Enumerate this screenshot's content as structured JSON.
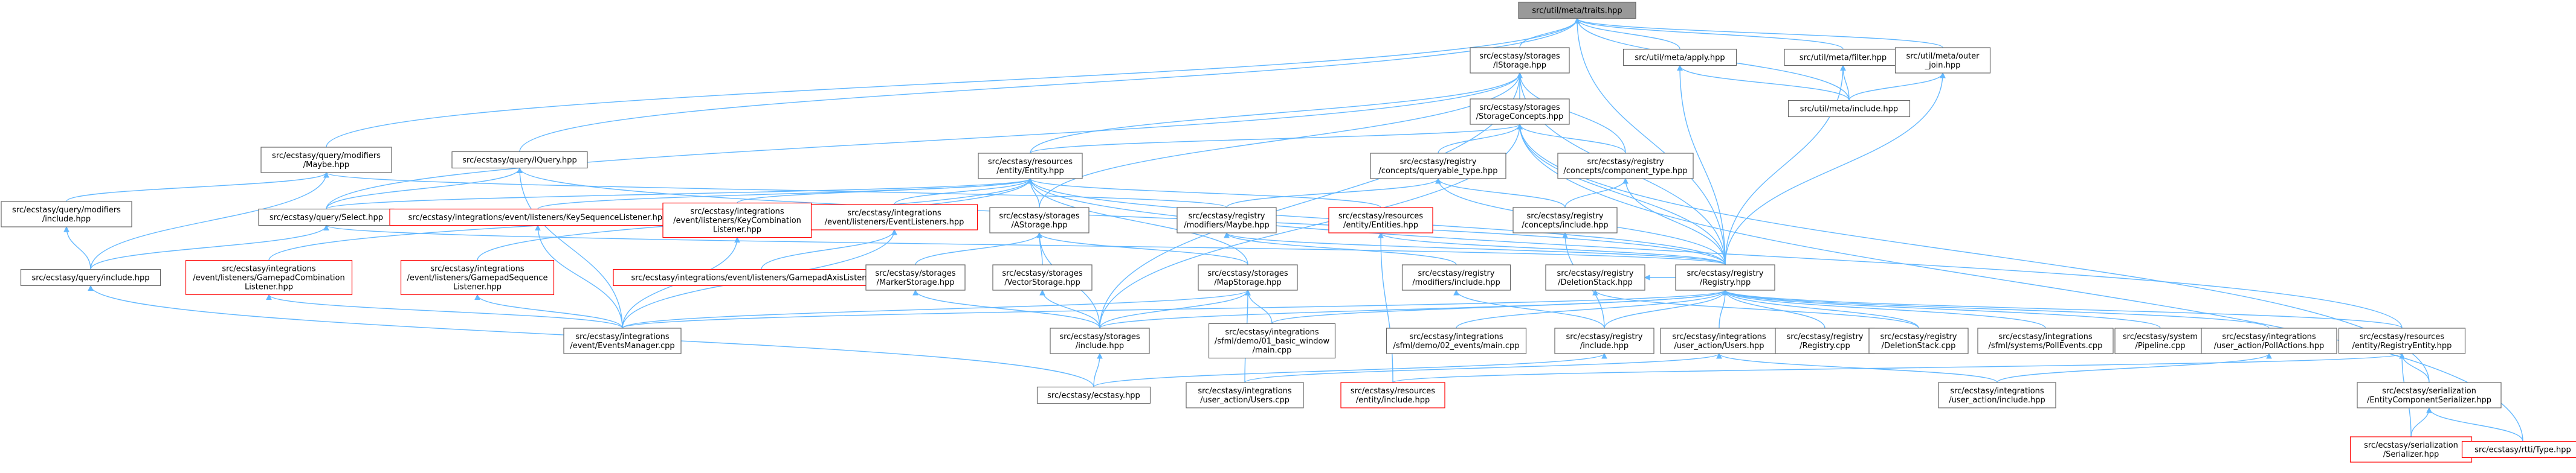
{
  "colors": {
    "edge": "#63b8ff",
    "border": "#666666",
    "highlight_border": "#ff0000",
    "root_fill": "#999999"
  },
  "nodes": [
    {
      "id": "root",
      "lines": [
        "src/util/meta/traits.hpp"
      ],
      "style": "root"
    },
    {
      "id": "storage_IStorage",
      "lines": [
        "src/ecstasy/storages",
        "/IStorage.hpp"
      ]
    },
    {
      "id": "meta_apply",
      "lines": [
        "src/util/meta/apply.hpp"
      ]
    },
    {
      "id": "meta_filter",
      "lines": [
        "src/util/meta/filter.hpp"
      ]
    },
    {
      "id": "meta_outer_join",
      "lines": [
        "src/util/meta/outer",
        "_join.hpp"
      ]
    },
    {
      "id": "query_modifiers_Maybe",
      "lines": [
        "src/ecstasy/query/modifiers",
        "/Maybe.hpp"
      ]
    },
    {
      "id": "query_IQuery",
      "lines": [
        "src/ecstasy/query/IQuery.hpp"
      ]
    },
    {
      "id": "storage_StorageConcepts",
      "lines": [
        "src/ecstasy/storages",
        "/StorageConcepts.hpp"
      ]
    },
    {
      "id": "meta_include",
      "lines": [
        "src/util/meta/include.hpp"
      ]
    },
    {
      "id": "query_modifiers_include",
      "lines": [
        "src/ecstasy/query/modifiers",
        "/include.hpp"
      ]
    },
    {
      "id": "resources_entity_Entity",
      "lines": [
        "src/ecstasy/resources",
        "/entity/Entity.hpp"
      ]
    },
    {
      "id": "concepts_queryable_type",
      "lines": [
        "src/ecstasy/registry",
        "/concepts/queryable_type.hpp"
      ]
    },
    {
      "id": "concepts_component_type",
      "lines": [
        "src/ecstasy/registry",
        "/concepts/component_type.hpp"
      ]
    },
    {
      "id": "query_Select",
      "lines": [
        "src/ecstasy/query/Select.hpp"
      ]
    },
    {
      "id": "int_KeySequenceListener",
      "lines": [
        "src/ecstasy/integrations/event/listeners/KeySequenceListener.hpp"
      ],
      "style": "red"
    },
    {
      "id": "int_KeyCombinationListener",
      "lines": [
        "src/ecstasy/integrations",
        "/event/listeners/KeyCombination",
        "Listener.hpp"
      ],
      "style": "red"
    },
    {
      "id": "int_EventListeners",
      "lines": [
        "src/ecstasy/integrations",
        "/event/listeners/EventListeners.hpp"
      ],
      "style": "red"
    },
    {
      "id": "storage_AStorage",
      "lines": [
        "src/ecstasy/storages",
        "/AStorage.hpp"
      ]
    },
    {
      "id": "registry_modifiers_Maybe",
      "lines": [
        "src/ecstasy/registry",
        "/modifiers/Maybe.hpp"
      ]
    },
    {
      "id": "resources_entity_Entities",
      "lines": [
        "src/ecstasy/resources",
        "/entity/Entities.hpp"
      ],
      "style": "red"
    },
    {
      "id": "concepts_include",
      "lines": [
        "src/ecstasy/registry",
        "/concepts/include.hpp"
      ]
    },
    {
      "id": "query_include",
      "lines": [
        "src/ecstasy/query/include.hpp"
      ]
    },
    {
      "id": "int_GamepadCombinationListener",
      "lines": [
        "src/ecstasy/integrations",
        "/event/listeners/GamepadCombination",
        "Listener.hpp"
      ],
      "style": "red"
    },
    {
      "id": "int_GamepadSequenceListener",
      "lines": [
        "src/ecstasy/integrations",
        "/event/listeners/GamepadSequence",
        "Listener.hpp"
      ],
      "style": "red"
    },
    {
      "id": "int_GamepadAxisListener",
      "lines": [
        "src/ecstasy/integrations/event/listeners/GamepadAxisListener.hpp"
      ],
      "style": "red"
    },
    {
      "id": "storage_MarkerStorage",
      "lines": [
        "src/ecstasy/storages",
        "/MarkerStorage.hpp"
      ]
    },
    {
      "id": "storage_VectorStorage",
      "lines": [
        "src/ecstasy/storages",
        "/VectorStorage.hpp"
      ]
    },
    {
      "id": "storage_MapStorage",
      "lines": [
        "src/ecstasy/storages",
        "/MapStorage.hpp"
      ]
    },
    {
      "id": "registry_modifiers_include",
      "lines": [
        "src/ecstasy/registry",
        "/modifiers/include.hpp"
      ]
    },
    {
      "id": "registry_DeletionStack_hpp",
      "lines": [
        "src/ecstasy/registry",
        "/DeletionStack.hpp"
      ]
    },
    {
      "id": "registry_Registry_hpp",
      "lines": [
        "src/ecstasy/registry",
        "/Registry.hpp"
      ]
    },
    {
      "id": "int_EventsManager_cpp",
      "lines": [
        "src/ecstasy/integrations",
        "/event/EventsManager.cpp"
      ]
    },
    {
      "id": "storage_include",
      "lines": [
        "src/ecstasy/storages",
        "/include.hpp"
      ]
    },
    {
      "id": "sfml_01_basic_window",
      "lines": [
        "src/ecstasy/integrations",
        "/sfml/demo/01_basic_window",
        "/main.cpp"
      ]
    },
    {
      "id": "sfml_02_events",
      "lines": [
        "src/ecstasy/integrations",
        "/sfml/demo/02_events/main.cpp"
      ]
    },
    {
      "id": "registry_include",
      "lines": [
        "src/ecstasy/registry",
        "/include.hpp"
      ]
    },
    {
      "id": "int_user_action_Users_hpp",
      "lines": [
        "src/ecstasy/integrations",
        "/user_action/Users.hpp"
      ]
    },
    {
      "id": "registry_Registry_cpp",
      "lines": [
        "src/ecstasy/registry",
        "/Registry.cpp"
      ]
    },
    {
      "id": "registry_DeletionStack_cpp",
      "lines": [
        "src/ecstasy/registry",
        "/DeletionStack.cpp"
      ]
    },
    {
      "id": "sfml_PollEvents",
      "lines": [
        "src/ecstasy/integrations",
        "/sfml/systems/PollEvents.cpp"
      ]
    },
    {
      "id": "system_Pipeline",
      "lines": [
        "src/ecstasy/system",
        "/Pipeline.cpp"
      ]
    },
    {
      "id": "int_user_action_PollActions",
      "lines": [
        "src/ecstasy/integrations",
        "/user_action/PollActions.hpp"
      ]
    },
    {
      "id": "resources_RegistryEntity",
      "lines": [
        "src/ecstasy/resources",
        "/entity/RegistryEntity.hpp"
      ]
    },
    {
      "id": "ecstasy_hpp",
      "lines": [
        "src/ecstasy/ecstasy.hpp"
      ]
    },
    {
      "id": "int_user_action_Users_cpp",
      "lines": [
        "src/ecstasy/integrations",
        "/user_action/Users.cpp"
      ]
    },
    {
      "id": "resources_entity_include",
      "lines": [
        "src/ecstasy/resources",
        "/entity/include.hpp"
      ],
      "style": "red"
    },
    {
      "id": "int_user_action_include",
      "lines": [
        "src/ecstasy/integrations",
        "/user_action/include.hpp"
      ]
    },
    {
      "id": "serialization_EntityComponentSerializer",
      "lines": [
        "src/ecstasy/serialization",
        "/EntityComponentSerializer.hpp"
      ]
    },
    {
      "id": "serialization_Serializer",
      "lines": [
        "src/ecstasy/serialization",
        "/Serializer.hpp"
      ],
      "style": "red"
    },
    {
      "id": "rtti_Type",
      "lines": [
        "src/ecstasy/rtti/Type.hpp"
      ],
      "style": "red"
    }
  ],
  "edges": [
    [
      "storage_IStorage",
      "root"
    ],
    [
      "meta_apply",
      "root"
    ],
    [
      "meta_filter",
      "root"
    ],
    [
      "meta_outer_join",
      "root"
    ],
    [
      "query_modifiers_Maybe",
      "root"
    ],
    [
      "query_IQuery",
      "root"
    ],
    [
      "meta_include",
      "root"
    ],
    [
      "registry_Registry_hpp",
      "root"
    ],
    [
      "storage_StorageConcepts",
      "storage_IStorage"
    ],
    [
      "resources_entity_Entity",
      "storage_IStorage"
    ],
    [
      "storage_AStorage",
      "storage_IStorage"
    ],
    [
      "concepts_component_type",
      "storage_IStorage"
    ],
    [
      "registry_Registry_hpp",
      "storage_IStorage"
    ],
    [
      "storage_include",
      "storage_IStorage"
    ],
    [
      "query_Select",
      "storage_IStorage"
    ],
    [
      "meta_include",
      "meta_apply"
    ],
    [
      "registry_Registry_hpp",
      "meta_apply"
    ],
    [
      "meta_include",
      "meta_filter"
    ],
    [
      "registry_Registry_hpp",
      "meta_filter"
    ],
    [
      "meta_include",
      "meta_outer_join"
    ],
    [
      "registry_Registry_hpp",
      "meta_outer_join"
    ],
    [
      "query_modifiers_include",
      "query_modifiers_Maybe"
    ],
    [
      "query_include",
      "query_modifiers_Maybe"
    ],
    [
      "registry_modifiers_Maybe",
      "query_modifiers_Maybe"
    ],
    [
      "query_Select",
      "query_IQuery"
    ],
    [
      "int_EventsManager_cpp",
      "query_IQuery"
    ],
    [
      "registry_Registry_hpp",
      "query_IQuery"
    ],
    [
      "resources_entity_Entity",
      "storage_StorageConcepts"
    ],
    [
      "concepts_queryable_type",
      "storage_StorageConcepts"
    ],
    [
      "concepts_component_type",
      "storage_StorageConcepts"
    ],
    [
      "registry_Registry_hpp",
      "storage_StorageConcepts"
    ],
    [
      "storage_include",
      "storage_StorageConcepts"
    ],
    [
      "rtti_Type",
      "storage_StorageConcepts"
    ],
    [
      "serialization_EntityComponentSerializer",
      "storage_StorageConcepts"
    ],
    [
      "query_include",
      "query_modifiers_include"
    ],
    [
      "int_KeySequenceListener",
      "resources_entity_Entity"
    ],
    [
      "int_KeyCombinationListener",
      "resources_entity_Entity"
    ],
    [
      "int_EventListeners",
      "resources_entity_Entity"
    ],
    [
      "storage_AStorage",
      "resources_entity_Entity"
    ],
    [
      "resources_entity_Entities",
      "resources_entity_Entity"
    ],
    [
      "registry_Registry_hpp",
      "resources_entity_Entity"
    ],
    [
      "int_GamepadCombinationListener",
      "resources_entity_Entity"
    ],
    [
      "int_GamepadSequenceListener",
      "resources_entity_Entity"
    ],
    [
      "query_Select",
      "resources_entity_Entity"
    ],
    [
      "resources_RegistryEntity",
      "resources_entity_Entity"
    ],
    [
      "storage_MapStorage",
      "resources_entity_Entity"
    ],
    [
      "registry_modifiers_Maybe",
      "concepts_queryable_type"
    ],
    [
      "concepts_include",
      "concepts_queryable_type"
    ],
    [
      "registry_Registry_hpp",
      "concepts_queryable_type"
    ],
    [
      "concepts_include",
      "concepts_component_type"
    ],
    [
      "registry_Registry_hpp",
      "concepts_component_type"
    ],
    [
      "query_include",
      "query_Select"
    ],
    [
      "registry_Registry_hpp",
      "query_Select"
    ],
    [
      "int_EventsManager_cpp",
      "int_KeySequenceListener"
    ],
    [
      "int_EventsManager_cpp",
      "int_KeyCombinationListener"
    ],
    [
      "int_EventsManager_cpp",
      "int_EventListeners"
    ],
    [
      "int_GamepadAxisListener",
      "int_EventListeners"
    ],
    [
      "storage_MarkerStorage",
      "storage_AStorage"
    ],
    [
      "storage_VectorStorage",
      "storage_AStorage"
    ],
    [
      "storage_MapStorage",
      "storage_AStorage"
    ],
    [
      "storage_include",
      "storage_AStorage"
    ],
    [
      "registry_modifiers_include",
      "registry_modifiers_Maybe"
    ],
    [
      "registry_Registry_hpp",
      "registry_modifiers_Maybe"
    ],
    [
      "resources_entity_include",
      "resources_entity_Entities"
    ],
    [
      "registry_Registry_hpp",
      "resources_entity_Entities"
    ],
    [
      "registry_include",
      "concepts_include"
    ],
    [
      "ecstasy_hpp",
      "query_include"
    ],
    [
      "int_EventsManager_cpp",
      "int_GamepadCombinationListener"
    ],
    [
      "int_EventsManager_cpp",
      "int_GamepadSequenceListener"
    ],
    [
      "storage_include",
      "storage_MarkerStorage"
    ],
    [
      "storage_include",
      "storage_VectorStorage"
    ],
    [
      "storage_include",
      "storage_MapStorage"
    ],
    [
      "int_EventsManager_cpp",
      "storage_MapStorage"
    ],
    [
      "sfml_01_basic_window",
      "storage_MapStorage"
    ],
    [
      "int_user_action_Users_cpp",
      "storage_MapStorage"
    ],
    [
      "registry_include",
      "registry_modifiers_include"
    ],
    [
      "registry_Registry_hpp",
      "registry_DeletionStack_hpp"
    ],
    [
      "registry_DeletionStack_cpp",
      "registry_DeletionStack_hpp"
    ],
    [
      "int_EventsManager_cpp",
      "registry_Registry_hpp"
    ],
    [
      "storage_include",
      "registry_Registry_hpp"
    ],
    [
      "sfml_01_basic_window",
      "registry_Registry_hpp"
    ],
    [
      "sfml_02_events",
      "registry_Registry_hpp"
    ],
    [
      "registry_include",
      "registry_Registry_hpp"
    ],
    [
      "int_user_action_Users_hpp",
      "registry_Registry_hpp"
    ],
    [
      "registry_Registry_cpp",
      "registry_Registry_hpp"
    ],
    [
      "registry_DeletionStack_cpp",
      "registry_Registry_hpp"
    ],
    [
      "sfml_PollEvents",
      "registry_Registry_hpp"
    ],
    [
      "system_Pipeline",
      "registry_Registry_hpp"
    ],
    [
      "int_user_action_PollActions",
      "registry_Registry_hpp"
    ],
    [
      "resources_RegistryEntity",
      "registry_Registry_hpp"
    ],
    [
      "ecstasy_hpp",
      "storage_include"
    ],
    [
      "ecstasy_hpp",
      "registry_include"
    ],
    [
      "int_user_action_Users_cpp",
      "int_user_action_Users_hpp"
    ],
    [
      "int_user_action_include",
      "int_user_action_Users_hpp"
    ],
    [
      "int_user_action_include",
      "int_user_action_PollActions"
    ],
    [
      "resources_entity_include",
      "resources_RegistryEntity"
    ],
    [
      "serialization_EntityComponentSerializer",
      "resources_RegistryEntity"
    ],
    [
      "serialization_Serializer",
      "resources_RegistryEntity"
    ],
    [
      "serialization_Serializer",
      "serialization_EntityComponentSerializer"
    ],
    [
      "rtti_Type",
      "serialization_EntityComponentSerializer"
    ]
  ]
}
